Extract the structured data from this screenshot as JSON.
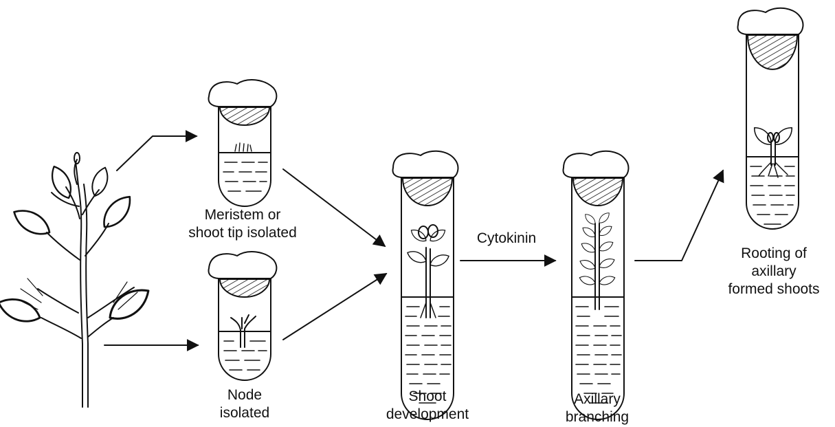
{
  "labels": {
    "meristem_line1": "Meristem or",
    "meristem_line2": "shoot tip isolated",
    "node_line1": "Node",
    "node_line2": "isolated",
    "shoot_line1": "Shoot",
    "shoot_line2": "development",
    "cytokinin": "Cytokinin",
    "axillary_line1": "Axillary",
    "axillary_line2": "branching",
    "rooting_line1": "Rooting of",
    "rooting_line2": "axillary",
    "rooting_line3": "formed shoots"
  }
}
